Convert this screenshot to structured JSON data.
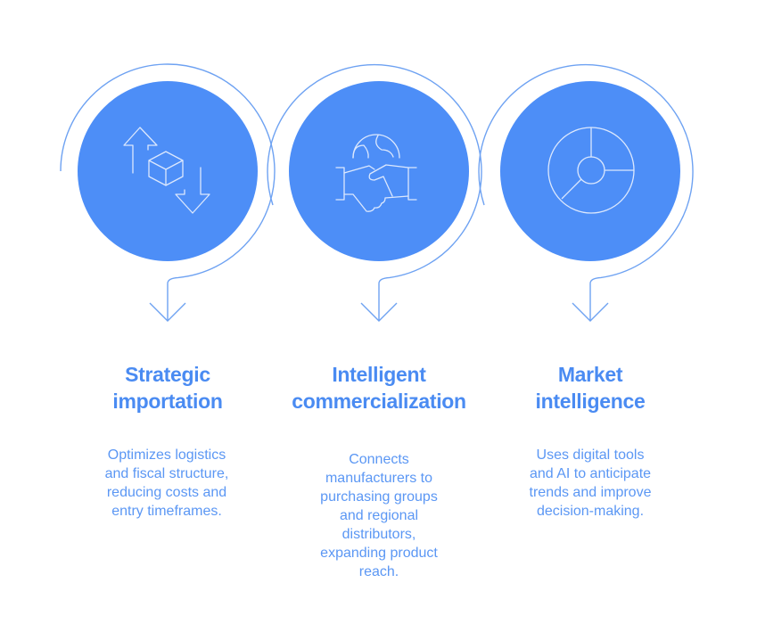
{
  "colors": {
    "circle_fill": "#4d8ef7",
    "outline": "#6ea2f2",
    "icon_stroke": "#dce8fd",
    "title_text": "#4a8bf2",
    "body_text": "#5b97f4"
  },
  "steps": [
    {
      "icon": "box-import-export-icon",
      "title_line1": "Strategic",
      "title_line2": "importation",
      "description": [
        "Optimizes logistics",
        "and fiscal structure,",
        "reducing costs and",
        "entry timeframes."
      ]
    },
    {
      "icon": "globe-handshake-icon",
      "title_line1": "Intelligent",
      "title_line2": "commercialization",
      "description": [
        "Connects",
        "manufacturers to",
        "purchasing groups",
        "and regional",
        "distributors,",
        "expanding product",
        "reach."
      ]
    },
    {
      "icon": "donut-chart-icon",
      "title_line1": "Market",
      "title_line2": "intelligence",
      "description": [
        "Uses digital tools",
        "and AI to anticipate",
        "trends and improve",
        "decision-making."
      ]
    }
  ]
}
